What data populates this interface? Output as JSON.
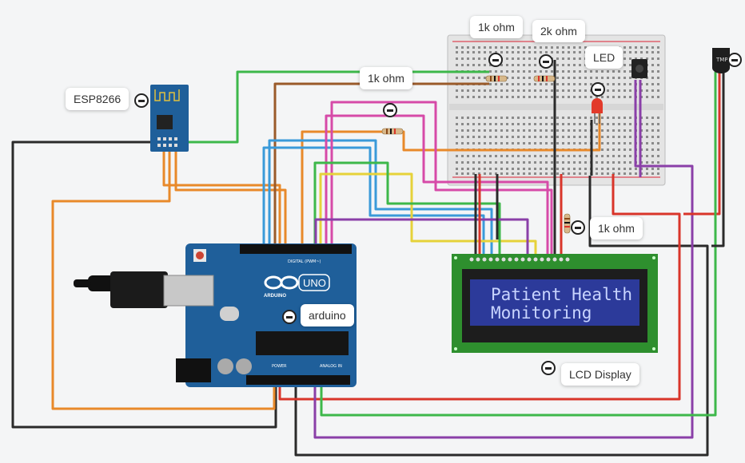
{
  "labels": {
    "esp": "ESP8266",
    "r1": "1k ohm",
    "r2": "1k ohm",
    "r3": "2k ohm",
    "led": "LED",
    "r4": "1k ohm",
    "arduino": "arduino",
    "lcd": "LCD Display"
  },
  "lcd": {
    "line1": "Patient Health",
    "line2": "Monitoring"
  },
  "board": {
    "brand": "ARDUINO",
    "model": "UNO",
    "digital": "DIGITAL (PWM~)",
    "analog": "ANALOG IN",
    "power": "POWER"
  },
  "sensor": {
    "tag": "TMP"
  },
  "colors": {
    "board": "#1f5f9a",
    "lcd_frame": "#2e8f2e",
    "lcd_screen": "#2c3a9a",
    "green_wire": "#3db84a",
    "orange_wire": "#e8892a",
    "red_wire": "#d9352a",
    "purple_wire": "#8a3fa8",
    "black_wire": "#2a2a2a",
    "blue_wire": "#3a9ad9",
    "yellow_wire": "#e6d23a",
    "brown_wire": "#9a5a2a",
    "pink_wire": "#d64aa8"
  }
}
